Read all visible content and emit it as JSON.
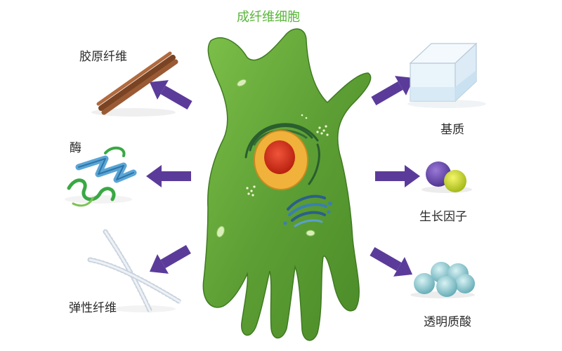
{
  "title": "成纤维细胞",
  "products": {
    "collagen": "胶原纤维",
    "enzyme": "酶",
    "elastic": "弹性纤维",
    "matrix": "基质",
    "growth": "生长因子",
    "hyaluronic": "透明质酸"
  },
  "colors": {
    "cell": "#5a9e32",
    "nucleus": "#d6301b",
    "arrow": "#5b3b9a",
    "title": "#59b53a"
  }
}
